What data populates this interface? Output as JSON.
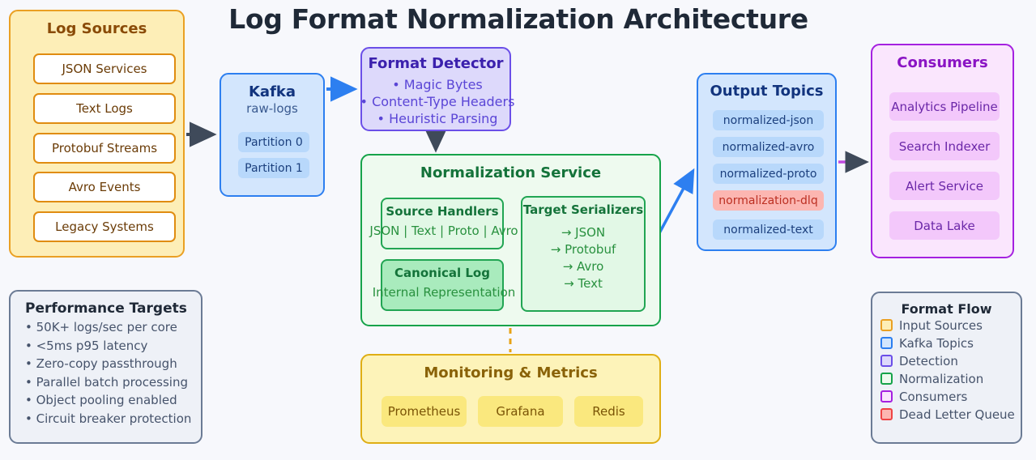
{
  "title": "Log Format Normalization Architecture",
  "log_sources": {
    "title": "Log Sources",
    "items": [
      "JSON Services",
      "Text Logs",
      "Protobuf Streams",
      "Avro Events",
      "Legacy Systems"
    ]
  },
  "kafka": {
    "title": "Kafka",
    "subtitle": "raw-logs",
    "partitions": [
      "Partition 0",
      "Partition 1"
    ]
  },
  "detector": {
    "title": "Format Detector",
    "bullets": [
      "• Magic Bytes",
      "• Content-Type Headers",
      "• Heuristic Parsing"
    ]
  },
  "normalization": {
    "title": "Normalization Service",
    "source_handlers": {
      "title": "Source Handlers",
      "subtitle": "JSON | Text | Proto | Avro"
    },
    "canonical_log": {
      "title": "Canonical Log",
      "subtitle": "Internal Representation"
    },
    "target_serializers": {
      "title": "Target Serializers",
      "lines": [
        "→ JSON",
        "→ Protobuf",
        "→ Avro",
        "→ Text"
      ]
    }
  },
  "output_topics": {
    "title": "Output Topics",
    "topics": [
      {
        "label": "normalized-json",
        "kind": "normal"
      },
      {
        "label": "normalized-avro",
        "kind": "normal"
      },
      {
        "label": "normalized-proto",
        "kind": "normal"
      },
      {
        "label": "normalization-dlq",
        "kind": "dlq"
      },
      {
        "label": "normalized-text",
        "kind": "normal"
      }
    ]
  },
  "consumers": {
    "title": "Consumers",
    "items": [
      "Analytics Pipeline",
      "Search Indexer",
      "Alert Service",
      "Data Lake"
    ]
  },
  "performance": {
    "title": "Performance Targets",
    "items": [
      "• 50K+ logs/sec per core",
      "• <5ms p95 latency",
      "• Zero-copy passthrough",
      "• Parallel batch processing",
      "• Object pooling enabled",
      "• Circuit breaker protection"
    ]
  },
  "monitoring": {
    "title": "Monitoring & Metrics",
    "items": [
      "Prometheus",
      "Grafana",
      "Redis"
    ]
  },
  "legend": {
    "title": "Format Flow",
    "items": [
      {
        "label": "Input Sources",
        "fill": "#fdeeb7",
        "stroke": "#eaa023"
      },
      {
        "label": "Kafka Topics",
        "fill": "#d3e6fd",
        "stroke": "#2d7ff0"
      },
      {
        "label": "Detection",
        "fill": "#ddd9fb",
        "stroke": "#6b4fe8"
      },
      {
        "label": "Normalization",
        "fill": "#eefaef",
        "stroke": "#16a34a"
      },
      {
        "label": "Consumers",
        "fill": "#fae6fd",
        "stroke": "#a521e0"
      },
      {
        "label": "Dead Letter Queue",
        "fill": "#fcb6b1",
        "stroke": "#ef4444"
      }
    ]
  },
  "colors": {
    "background": "#f7f8fc",
    "arrow_gray": "#3f4a5a",
    "arrow_blue": "#2d7ff0",
    "arrow_purple": "#c04ae0",
    "arrow_dashed_orange": "#e8a317"
  }
}
